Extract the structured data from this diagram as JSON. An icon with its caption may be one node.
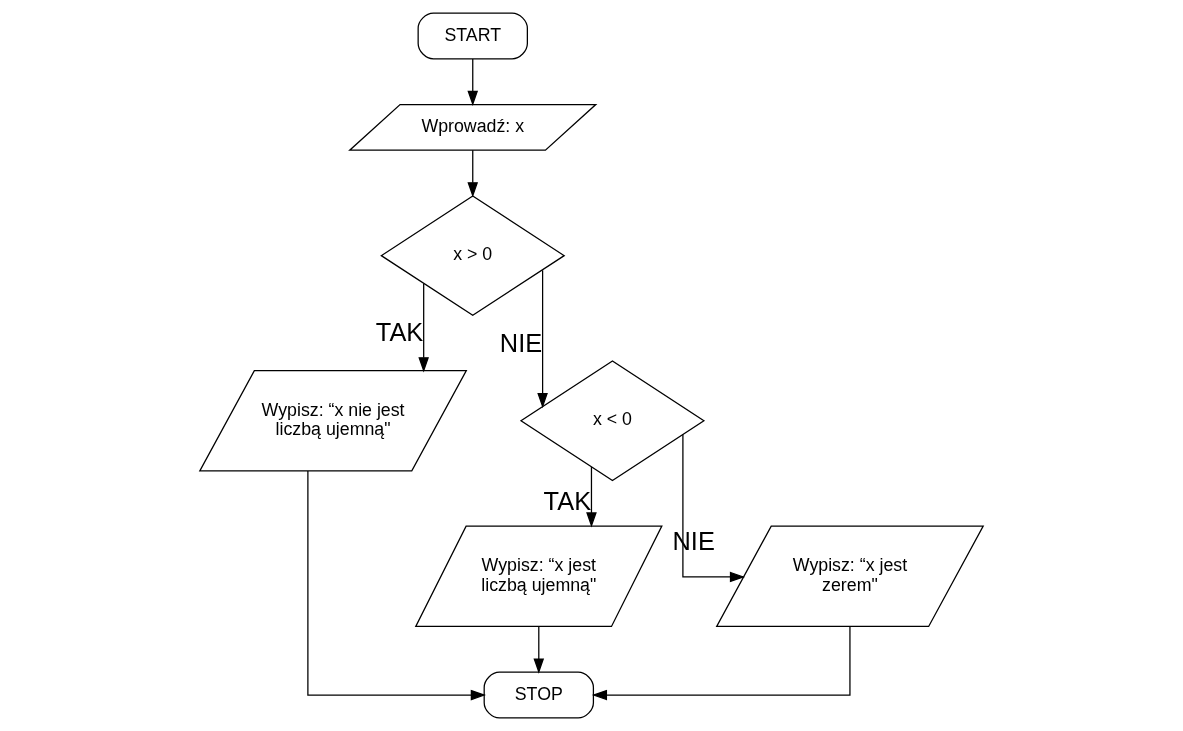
{
  "diagram": {
    "nodes": [
      {
        "text": [
          "START"
        ]
      },
      {
        "text": [
          "Wprowadź: x"
        ]
      },
      {
        "text": [
          "x > 0"
        ]
      },
      {
        "text": [
          "Wypisz: “x nie jest liczbą ujemną\""
        ]
      },
      {
        "text": [
          "x < 0"
        ]
      },
      {
        "text": [
          "Wypisz: “x jest liczbą ujemną\""
        ]
      },
      {
        "text": [
          "Wypisz: “x jest zerem\""
        ]
      },
      {
        "text": [
          "STOP"
        ]
      }
    ],
    "edges": [
      {
        "from": 0,
        "to": 1,
        "arrow": "to"
      },
      {
        "from": 1,
        "to": 2,
        "arrow": "to"
      },
      {
        "from": 2,
        "to": 3,
        "arrow": "to",
        "label": "TAK"
      },
      {
        "from": 2,
        "to": 4,
        "arrow": "to",
        "label": "NIE"
      },
      {
        "from": 4,
        "to": 5,
        "arrow": "to",
        "label": "TAK"
      },
      {
        "from": 4,
        "to": 6,
        "arrow": "to",
        "label": "NIE"
      },
      {
        "from": 3,
        "to": 7,
        "arrow": "to"
      },
      {
        "from": 5,
        "to": 7,
        "arrow": "to"
      },
      {
        "from": 6,
        "to": 7,
        "arrow": "to"
      }
    ]
  }
}
